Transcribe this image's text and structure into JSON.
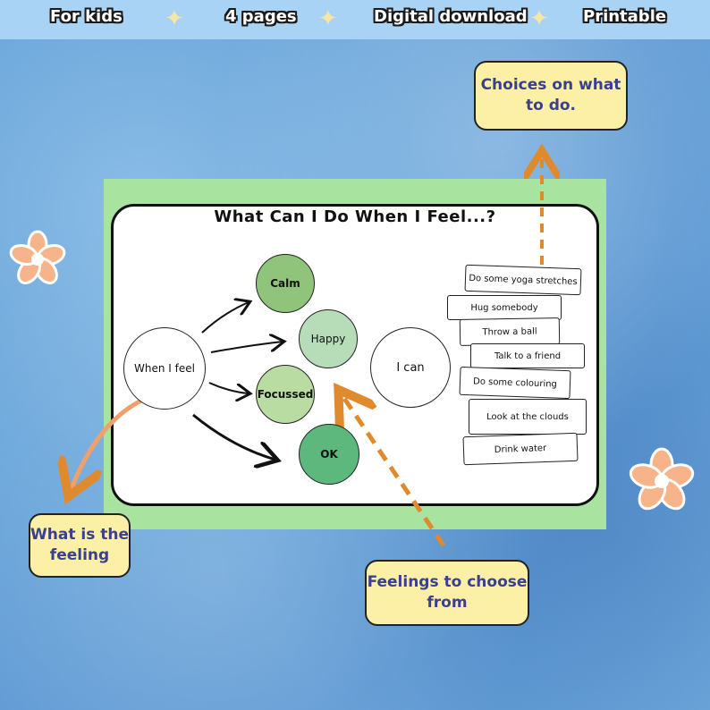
{
  "topbar": {
    "items": [
      "For kids",
      "4 pages",
      "Digital download",
      "Printable"
    ],
    "spark": "✦"
  },
  "worksheet": {
    "title": "What Can I Do When I Feel...?",
    "start_circle": "When I feel",
    "feelings": [
      {
        "label": "Calm",
        "color": "#8fc47a"
      },
      {
        "label": "Happy",
        "color": "#b6ddb8"
      },
      {
        "label": "Focussed",
        "color": "#b9dca2"
      },
      {
        "label": "OK",
        "color": "#5cb87c"
      }
    ],
    "i_can": "I can",
    "choices": [
      "Do some yoga stretches",
      "Hug somebody",
      "Throw a ball",
      "Talk to a friend",
      "Do some colouring",
      "Look at the clouds",
      "Drink water"
    ]
  },
  "callouts": {
    "choices": "Choices on what to do.",
    "feeling": "What is the feeling",
    "feelings_choose": "Feelings to choose from"
  },
  "colors": {
    "background": "#6aa6db",
    "topbar": "#a9d3f5",
    "card_green": "#a8e3a0",
    "callout_fill": "#fbf0a5",
    "callout_text": "#3a3f8f",
    "arrow_orange": "#e08a2e",
    "flower": "#f7b48a"
  }
}
